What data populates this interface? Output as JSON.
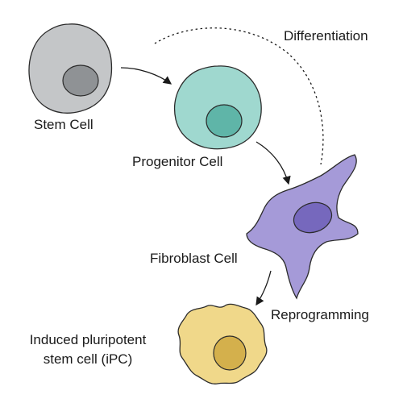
{
  "cells": {
    "stem": {
      "label": "Stem Cell",
      "body_color": "#c4c6c8",
      "nucleus_color": "#8f9295"
    },
    "progenitor": {
      "label": "Progenitor Cell",
      "body_color": "#9fd8cf",
      "nucleus_color": "#5fb5a8"
    },
    "fibroblast": {
      "label": "Fibroblast Cell",
      "body_color": "#a59ad8",
      "nucleus_color": "#7668bd"
    },
    "ipc": {
      "label_line1": "Induced pluripotent",
      "label_line2": "stem cell (iPC)",
      "body_color": "#f0d88a",
      "nucleus_color": "#d4b04c"
    }
  },
  "processes": {
    "differentiation": "Differentiation",
    "reprogramming": "Reprogramming"
  },
  "colors": {
    "outline": "#2b2b2b",
    "arrow": "#1a1a1a"
  }
}
